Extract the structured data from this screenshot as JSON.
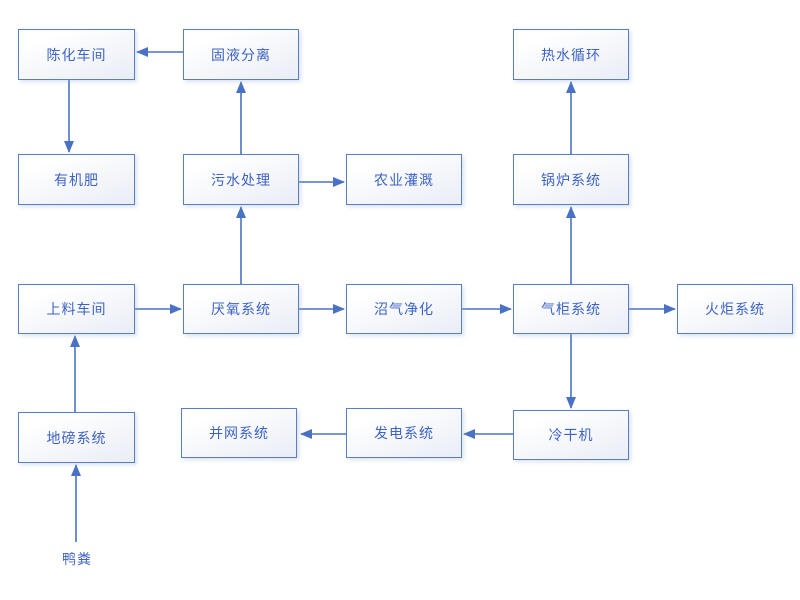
{
  "diagram": {
    "type": "flowchart",
    "description": "Biogas plant process flow diagram",
    "colors": {
      "node_border": "#5b7ec1",
      "node_fill_top": "#ffffff",
      "node_fill_bottom": "#e9edf6",
      "node_text": "#3d63c5",
      "arrow": "#4a72c4",
      "background": "#ffffff"
    },
    "nodes": [
      {
        "id": "aging-workshop",
        "label": "陈化车间"
      },
      {
        "id": "solid-liquid-separation",
        "label": "固液分离"
      },
      {
        "id": "hot-water-circulation",
        "label": "热水循环"
      },
      {
        "id": "organic-fertilizer",
        "label": "有机肥"
      },
      {
        "id": "sewage-treatment",
        "label": "污水处理"
      },
      {
        "id": "agricultural-irrigation",
        "label": "农业灌溉"
      },
      {
        "id": "boiler-system",
        "label": "锅炉系统"
      },
      {
        "id": "feeding-workshop",
        "label": "上料车间"
      },
      {
        "id": "anaerobic-system",
        "label": "厌氧系统"
      },
      {
        "id": "biogas-purification",
        "label": "沼气净化"
      },
      {
        "id": "gas-holder-system",
        "label": "气柜系统"
      },
      {
        "id": "flare-system",
        "label": "火炬系统"
      },
      {
        "id": "weighbridge-system",
        "label": "地磅系统"
      },
      {
        "id": "grid-connection-system",
        "label": "并网系统"
      },
      {
        "id": "power-generation-system",
        "label": "发电系统"
      },
      {
        "id": "refrigerated-dryer",
        "label": "冷干机"
      }
    ],
    "free_labels": [
      {
        "id": "duck-manure",
        "label": "鸭粪"
      }
    ],
    "edges": [
      {
        "from": "solid-liquid-separation",
        "to": "aging-workshop"
      },
      {
        "from": "aging-workshop",
        "to": "organic-fertilizer"
      },
      {
        "from": "sewage-treatment",
        "to": "solid-liquid-separation"
      },
      {
        "from": "sewage-treatment",
        "to": "agricultural-irrigation"
      },
      {
        "from": "anaerobic-system",
        "to": "sewage-treatment"
      },
      {
        "from": "boiler-system",
        "to": "hot-water-circulation"
      },
      {
        "from": "gas-holder-system",
        "to": "boiler-system"
      },
      {
        "from": "feeding-workshop",
        "to": "anaerobic-system"
      },
      {
        "from": "anaerobic-system",
        "to": "biogas-purification"
      },
      {
        "from": "biogas-purification",
        "to": "gas-holder-system"
      },
      {
        "from": "gas-holder-system",
        "to": "flare-system"
      },
      {
        "from": "weighbridge-system",
        "to": "feeding-workshop"
      },
      {
        "from": "gas-holder-system",
        "to": "refrigerated-dryer"
      },
      {
        "from": "refrigerated-dryer",
        "to": "power-generation-system"
      },
      {
        "from": "power-generation-system",
        "to": "grid-connection-system"
      },
      {
        "from": "duck-manure",
        "to": "weighbridge-system"
      }
    ]
  }
}
